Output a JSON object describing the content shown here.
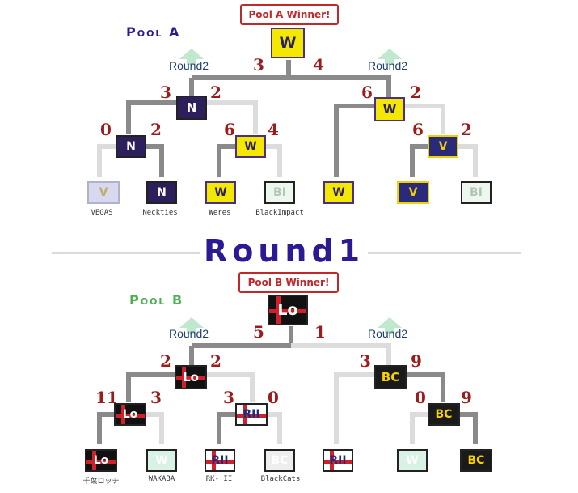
{
  "pool_a": {
    "title": "Pool A",
    "winner_label": "Pool A Winner!",
    "round2_label": "Round2",
    "scores": {
      "final_left": "3",
      "final_right": "4",
      "sf_left_a": "3",
      "sf_left_b": "2",
      "sf_right_a": "6",
      "sf_right_b": "2",
      "qf1_a": "0",
      "qf1_b": "2",
      "qf2_a": "6",
      "qf2_b": "4",
      "qf4_a": "6",
      "qf4_b": "2"
    },
    "teams": [
      "VEGAS",
      "Neckties",
      "Weres",
      "BlackImpact"
    ]
  },
  "round_title": "Round1",
  "pool_b": {
    "title": "Pool B",
    "winner_label": "Pool B Winner!",
    "round2_label": "Round2",
    "scores": {
      "final_left": "5",
      "final_right": "1",
      "sf_left_a": "2",
      "sf_left_b": "2",
      "sf_right_a": "3",
      "sf_right_b": "9",
      "qf1_a": "11",
      "qf1_b": "3",
      "qf2_a": "3",
      "qf2_b": "0",
      "qf4_a": "0",
      "qf4_b": "9"
    },
    "teams": [
      "千葉ロッチ",
      "WAKABA",
      "RK- II",
      "BlackCats"
    ]
  },
  "colors": {
    "line_active": "#8a8a8a",
    "line_inactive": "#dcdcdc",
    "score": "#9b1c1c",
    "pool_a_title": "#2a1b94",
    "pool_b_title": "#4caf50",
    "winner_border": "#c0282c",
    "round_title": "#2a1b94"
  },
  "badges": {
    "vegas": "V",
    "neckties": "N",
    "weres": "W",
    "blackimpact": "BI",
    "lotte": "Lo",
    "wakaba": "W",
    "rk2": "RII",
    "blackcats": "BC"
  }
}
